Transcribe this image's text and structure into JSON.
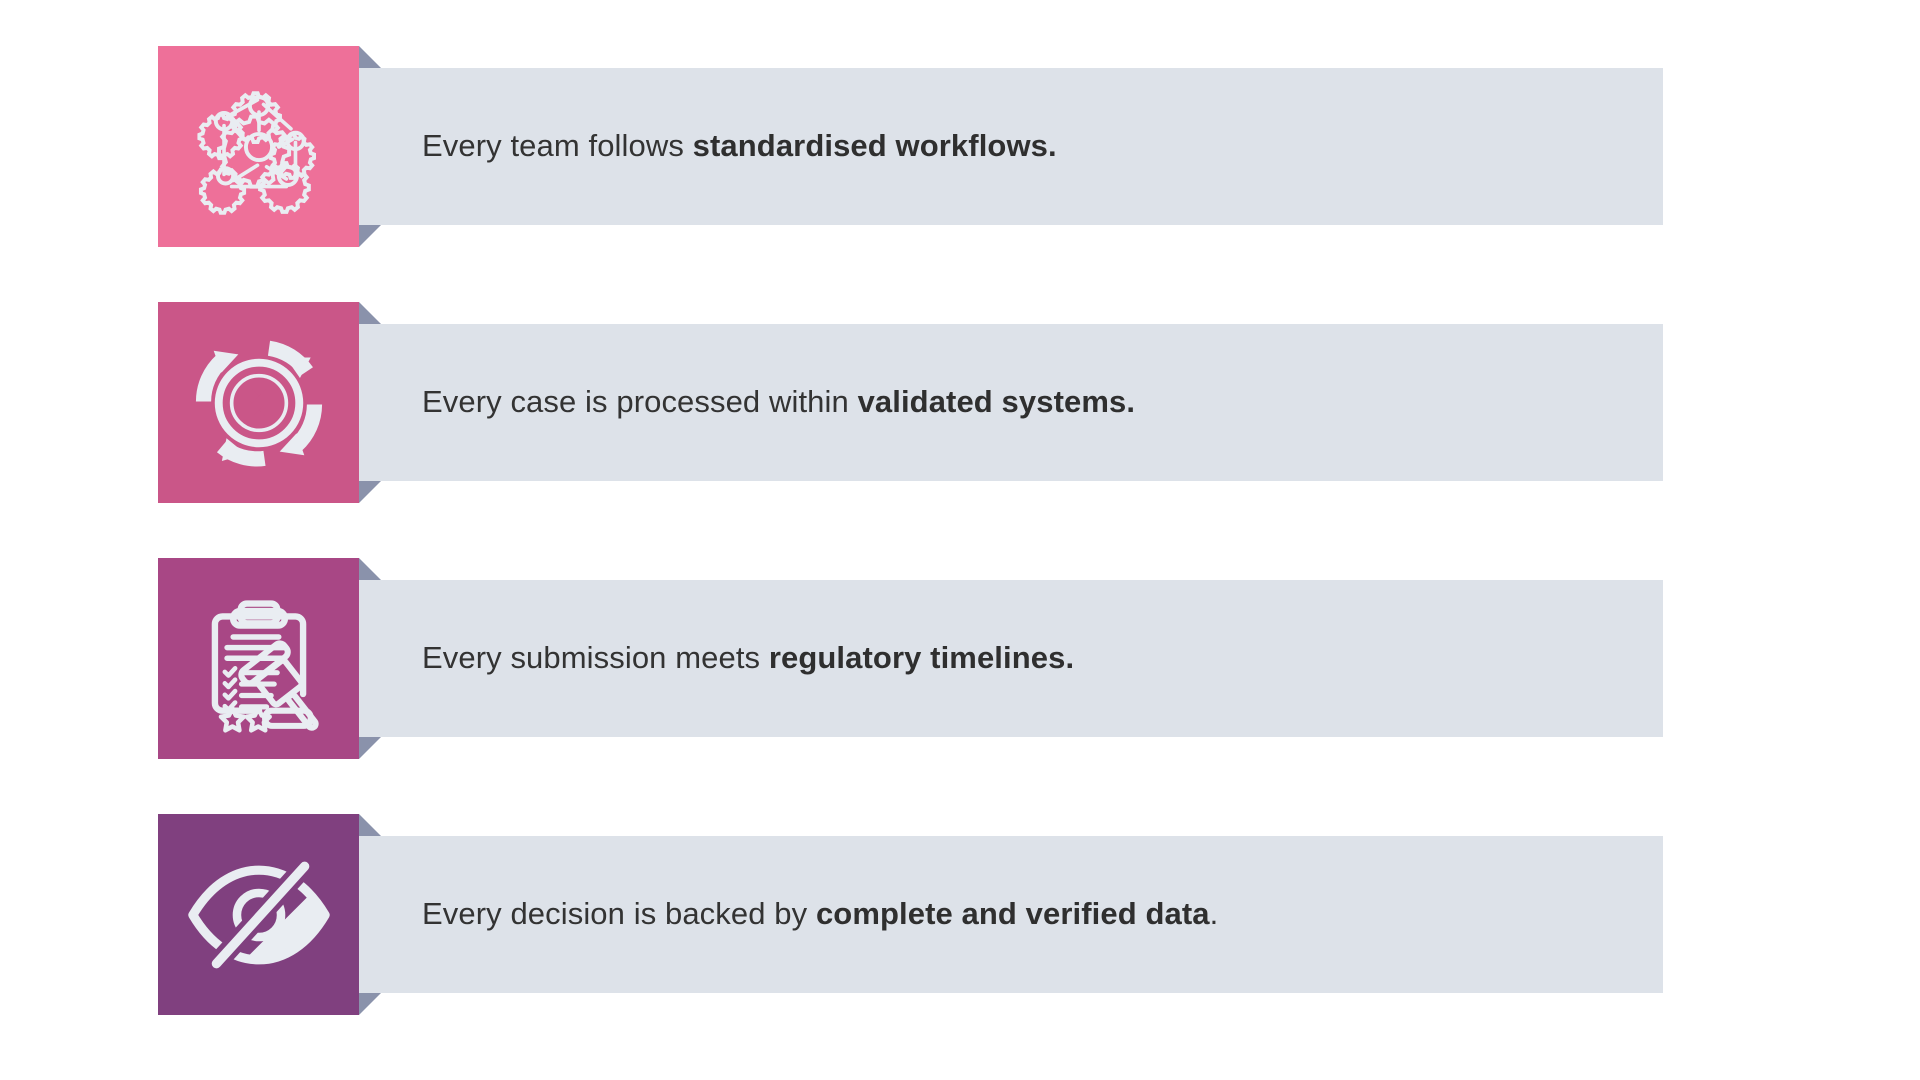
{
  "page": {
    "background": "#ffffff",
    "bar_color": "#dde2e9",
    "fold_color": "#8a92ab",
    "text_color": "#333333"
  },
  "rows": [
    {
      "icon": "gear-network-icon",
      "tile_color": "#ee7099",
      "text_plain_prefix": "Every team follows ",
      "text_bold": "standardised workflows.",
      "text_plain_suffix": "",
      "text_full": "Every team follows standardised workflows."
    },
    {
      "icon": "rotating-arrows-error-icon",
      "tile_color": "#ca5688",
      "text_plain_prefix": "Every case is processed within ",
      "text_bold": "validated systems.",
      "text_plain_suffix": "",
      "text_full": "Every case is processed within validated systems."
    },
    {
      "icon": "clipboard-gavel-icon",
      "tile_color": "#a84785",
      "text_plain_prefix": "Every submission meets ",
      "text_bold": "regulatory timelines.",
      "text_plain_suffix": "",
      "text_full": "Every submission meets regulatory timelines."
    },
    {
      "icon": "eye-off-icon",
      "tile_color": "#80407f",
      "text_plain_prefix": "Every decision is backed by ",
      "text_bold": "complete and verified data",
      "text_plain_suffix": ".",
      "text_full": "Every decision is backed by complete and verified data."
    }
  ]
}
